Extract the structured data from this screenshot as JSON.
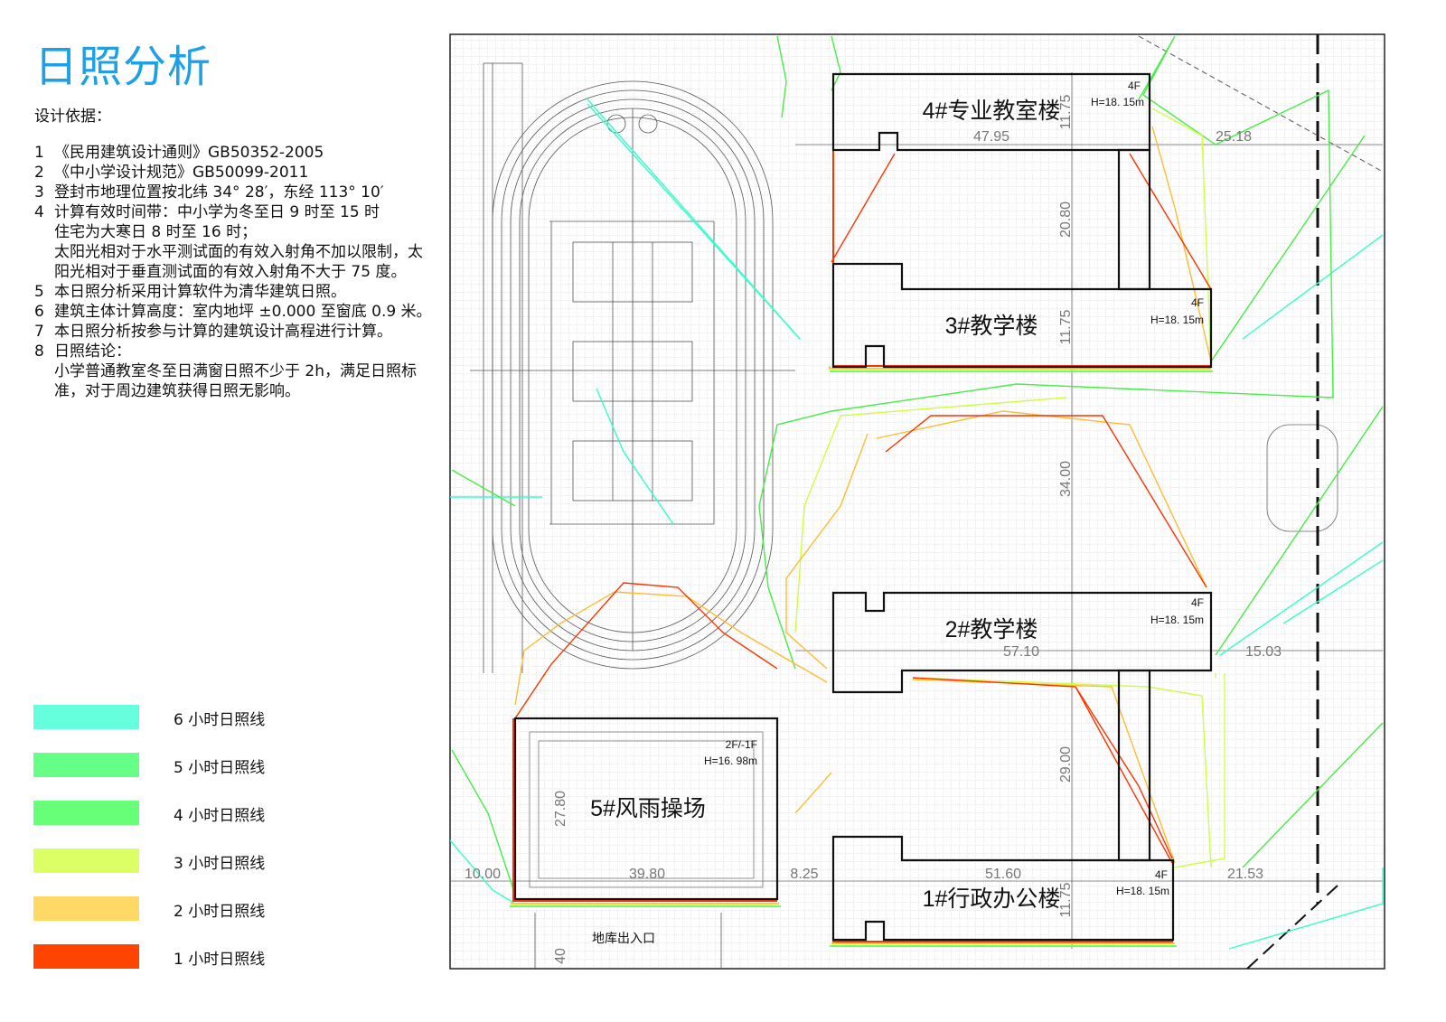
{
  "title": "日照分析",
  "basis_label": "设计依据：",
  "notes": [
    {
      "num": "1",
      "text": "《民用建筑设计通则》GB50352-2005"
    },
    {
      "num": "2",
      "text": "《中小学设计规范》GB50099-2011"
    },
    {
      "num": "3",
      "text": "登封市地理位置按北纬 34° 28′，东经 113° 10′"
    },
    {
      "num": "4",
      "text": "计算有效时间带：中小学为冬至日 9 时至 15 时"
    },
    {
      "num": "",
      "text": "住宅为大寒日 8 时至 16 时；"
    },
    {
      "num": "",
      "text": "太阳光相对于水平测试面的有效入射角不加以限制，太阳光相对于垂直测试面的有效入射角不大于 75 度。"
    },
    {
      "num": "5",
      "text": "本日照分析采用计算软件为清华建筑日照。"
    },
    {
      "num": "6",
      "text": "建筑主体计算高度：室内地坪 ±0.000 至窗底 0.9 米。"
    },
    {
      "num": "7",
      "text": "本日照分析按参与计算的建筑设计高程进行计算。"
    },
    {
      "num": "8",
      "text": "日照结论："
    },
    {
      "num": "",
      "text": "小学普通教室冬至日满窗日照不少于 2h，满足日照标准，对于周边建筑获得日照无影响。"
    }
  ],
  "legend": [
    {
      "label": "6 小时日照线",
      "color": "#66ffdd"
    },
    {
      "label": "5 小时日照线",
      "color": "#66ff88"
    },
    {
      "label": "4 小时日照线",
      "color": "#66ff77"
    },
    {
      "label": "3 小时日照线",
      "color": "#ddff66"
    },
    {
      "label": "2 小时日照线",
      "color": "#ffd966"
    },
    {
      "label": "1 小时日照线",
      "color": "#ff4400"
    }
  ],
  "buildings": {
    "b4": {
      "name": "4#专业教室楼",
      "floors": "4F",
      "height": "H=18. 15m"
    },
    "b3": {
      "name": "3#教学楼",
      "floors": "4F",
      "height": "H=18. 15m"
    },
    "b2": {
      "name": "2#教学楼",
      "floors": "4F",
      "height": "H=18. 15m"
    },
    "b1": {
      "name": "1#行政办公楼",
      "floors": "4F",
      "height": "H=18. 15m"
    },
    "b5": {
      "name": "5#风雨操场",
      "floors": "2F/-1F",
      "height": "H=16. 98m"
    }
  },
  "dimensions": {
    "d4795": "47.95",
    "d2518": "25.18",
    "d1175a": "11.75",
    "d2080": "20.80",
    "d1175b": "11.75",
    "d3400": "34.00",
    "d5710": "57.10",
    "d1503": "15.03",
    "d2900": "29.00",
    "d5160": "51.60",
    "d1175c": "11.75",
    "d2153": "21.53",
    "d1000": "10.00",
    "d3980": "39.80",
    "d825": "8.25",
    "d2780": "27.80",
    "d40": "40"
  },
  "garage_entrance": "地库出入口"
}
